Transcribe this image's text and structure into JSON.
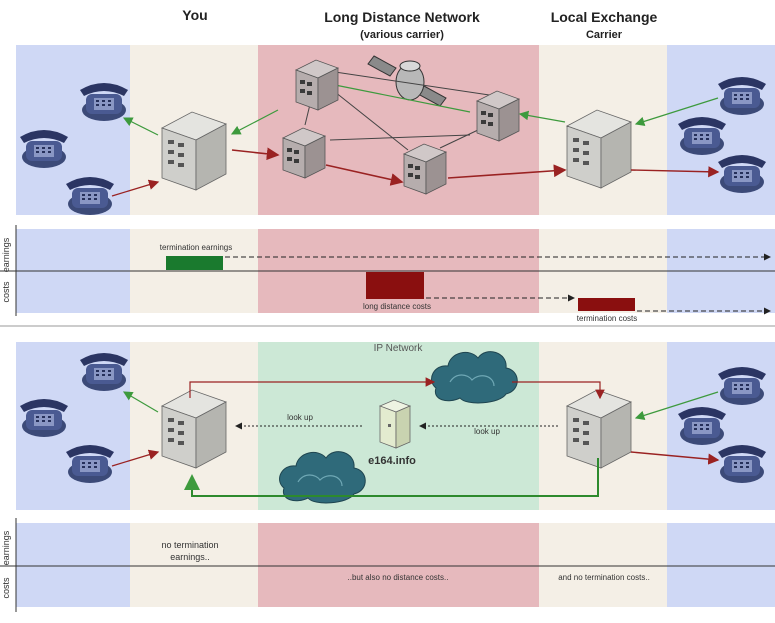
{
  "headers": {
    "you": "You",
    "long_distance": "Long Distance Network",
    "long_distance_sub": "(various carrier)",
    "local_exchange": "Local Exchange",
    "local_exchange_sub": "Carrier"
  },
  "top_chart": {
    "earnings_axis": "earnings",
    "costs_axis": "costs",
    "termination_earnings": "termination earnings",
    "long_distance_costs": "long distance costs",
    "termination_costs": "termination costs"
  },
  "bottom_section": {
    "ip_network": "IP Network",
    "look_up_left": "look up",
    "look_up_right": "look up",
    "e164": "e164.info"
  },
  "bottom_chart": {
    "earnings_axis": "earnings",
    "costs_axis": "costs",
    "no_termination_line1": "no termination",
    "no_termination_line2": "earnings..",
    "no_distance": "..but also no distance costs..",
    "no_termination_costs": "and no termination costs.."
  },
  "colors": {
    "blue_zone": "#cfd8f5",
    "beige_zone": "#f4efe6",
    "red_zone": "#e6b9bd",
    "green_zone": "#cce8d6",
    "green_bar": "#1a7a2e",
    "red_bar": "#8a0f0f",
    "red_arrow": "#9a2222",
    "green_arrow": "#3d9a3d"
  }
}
